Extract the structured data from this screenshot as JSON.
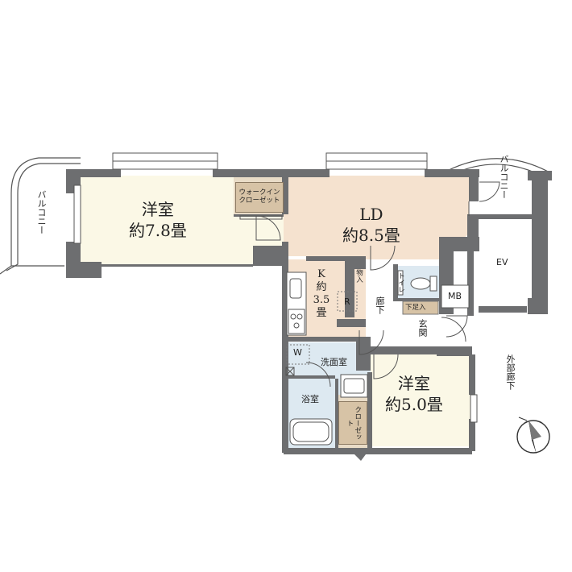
{
  "rooms": {
    "western_1": {
      "name": "洋室",
      "size": "約7.8畳"
    },
    "ld": {
      "name": "LD",
      "size": "約8.5畳"
    },
    "western_2": {
      "name": "洋室",
      "size": "約5.0畳"
    },
    "kitchen": {
      "name": "K",
      "size_prefix": "約",
      "size_num": "3.5",
      "size_unit": "畳"
    }
  },
  "labels": {
    "walk_in_closet": "ウォークインクローゼット",
    "balcony_left": "バルコニー",
    "balcony_right": "バルコニー",
    "ev": "EV",
    "mb": "MB",
    "outer_corridor": "外部廊下",
    "corridor": "廊下",
    "entrance": "玄関",
    "shoe_storage": "下足入",
    "toilet": "トイレ",
    "storage": "物入",
    "washroom": "洗面室",
    "bathroom": "浴室",
    "closet": "クローゼット",
    "washer": "W",
    "fridge": "R"
  },
  "colors": {
    "wall": "#6d6e70",
    "floor_bedroom": "#fbf8e6",
    "floor_ld": "#f5e2cf",
    "floor_wet": "#dde9f1",
    "closet_tag": "#d7c3a6",
    "line": "#555555"
  },
  "icons": [
    "compass-icon",
    "door-swing-icon",
    "stove-icon",
    "sink-icon",
    "toilet-icon",
    "bathtub-icon",
    "window-icon"
  ]
}
